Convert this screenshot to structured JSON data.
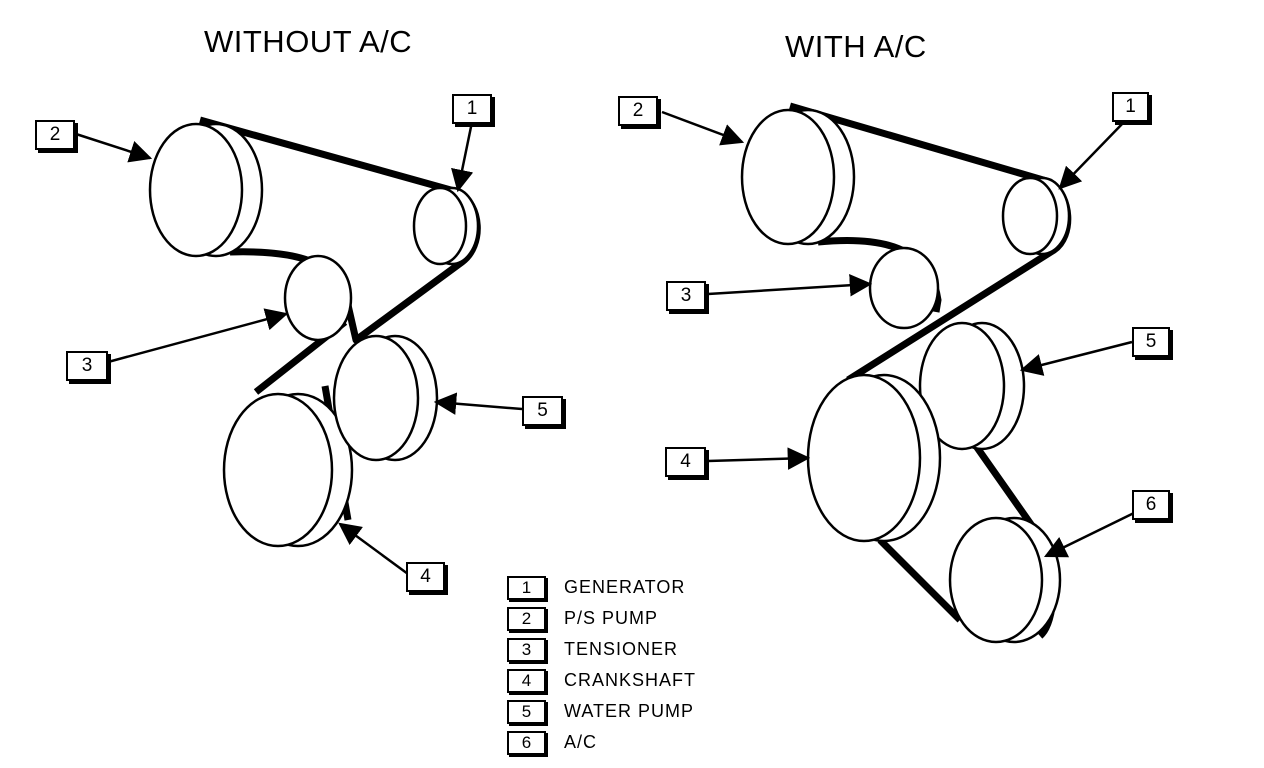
{
  "titles": {
    "without_ac": "WITHOUT A/C",
    "with_ac": "WITH A/C"
  },
  "callouts": {
    "left": [
      "1",
      "2",
      "3",
      "4",
      "5"
    ],
    "right": [
      "1",
      "2",
      "3",
      "4",
      "5",
      "6"
    ]
  },
  "legend": [
    {
      "number": "1",
      "label": "GENERATOR"
    },
    {
      "number": "2",
      "label": "P/S PUMP"
    },
    {
      "number": "3",
      "label": "TENSIONER"
    },
    {
      "number": "4",
      "label": "CRANKSHAFT"
    },
    {
      "number": "5",
      "label": "WATER PUMP"
    },
    {
      "number": "6",
      "label": "A/C"
    }
  ]
}
